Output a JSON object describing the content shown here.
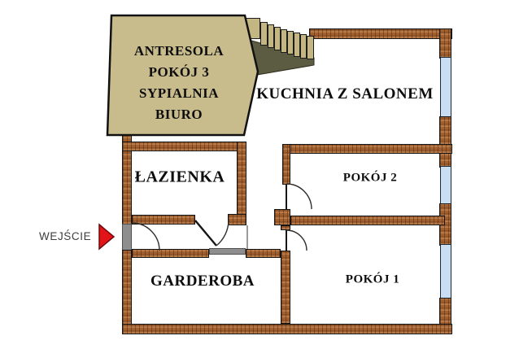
{
  "mezzanine_lines": [
    "ANTRESOLA",
    "POKÓJ 3",
    "SYPIALNIA",
    "BIURO"
  ],
  "rooms": {
    "kitchen_living": "KUCHNIA Z SALONEM",
    "bathroom": "ŁAZIENKA",
    "room2": "POKÓJ 2",
    "wardrobe": "GARDEROBA",
    "room1": "POKÓJ 1"
  },
  "entrance": {
    "label": "WEJŚCIE"
  },
  "colors": {
    "wall_brick": "#a3602f",
    "mezzanine_fill": "#c9bc8c",
    "window_glass": "#c9def2",
    "sliding_door": "#8e8e8e",
    "entrance_arrow": "#e31418",
    "stair_shadow": "#5c5c42"
  }
}
